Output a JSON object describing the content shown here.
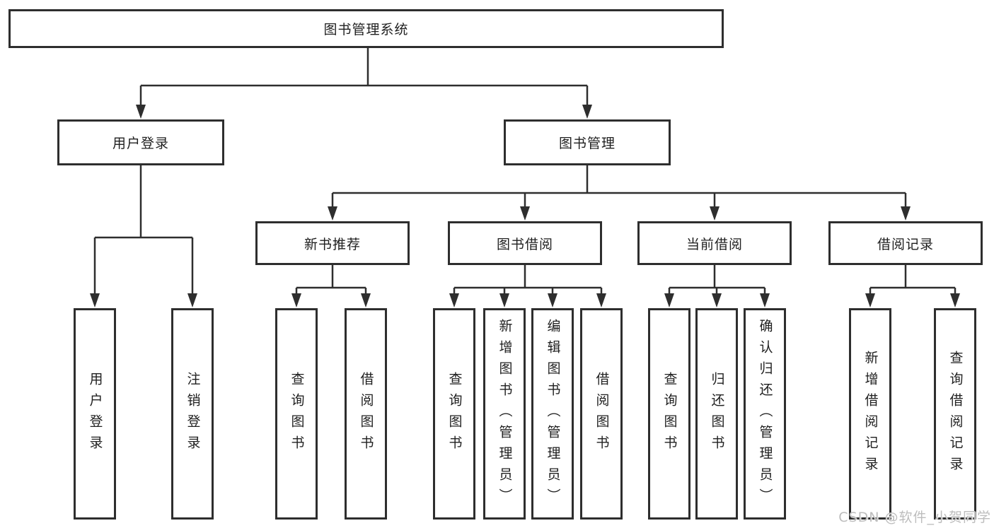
{
  "colors": {
    "line": "#2e2e2e",
    "box_border": "#2e2e2e",
    "text": "#1f1f1f",
    "background": "#ffffff",
    "watermark": "#bdbdbd"
  },
  "watermark": {
    "text": "CSDN @软件_小贺同学"
  },
  "tree": {
    "root": {
      "label": "图书管理系统"
    },
    "branches": [
      {
        "label": "用户登录",
        "children": [
          {
            "label": "用户登录"
          },
          {
            "label": "注销登录"
          }
        ]
      },
      {
        "label": "图书管理",
        "children": [
          {
            "label": "新书推荐",
            "children": [
              {
                "label": "查询图书"
              },
              {
                "label": "借阅图书"
              }
            ]
          },
          {
            "label": "图书借阅",
            "children": [
              {
                "label": "查询图书"
              },
              {
                "label": "新增图书（管理员）"
              },
              {
                "label": "编辑图书（管理员）"
              },
              {
                "label": "借阅图书"
              }
            ]
          },
          {
            "label": "当前借阅",
            "children": [
              {
                "label": "查询图书"
              },
              {
                "label": "归还图书"
              },
              {
                "label": "确认归还（管理员）"
              }
            ]
          },
          {
            "label": "借阅记录",
            "children": [
              {
                "label": "新增借阅记录"
              },
              {
                "label": "查询借阅记录"
              }
            ]
          }
        ]
      }
    ]
  }
}
